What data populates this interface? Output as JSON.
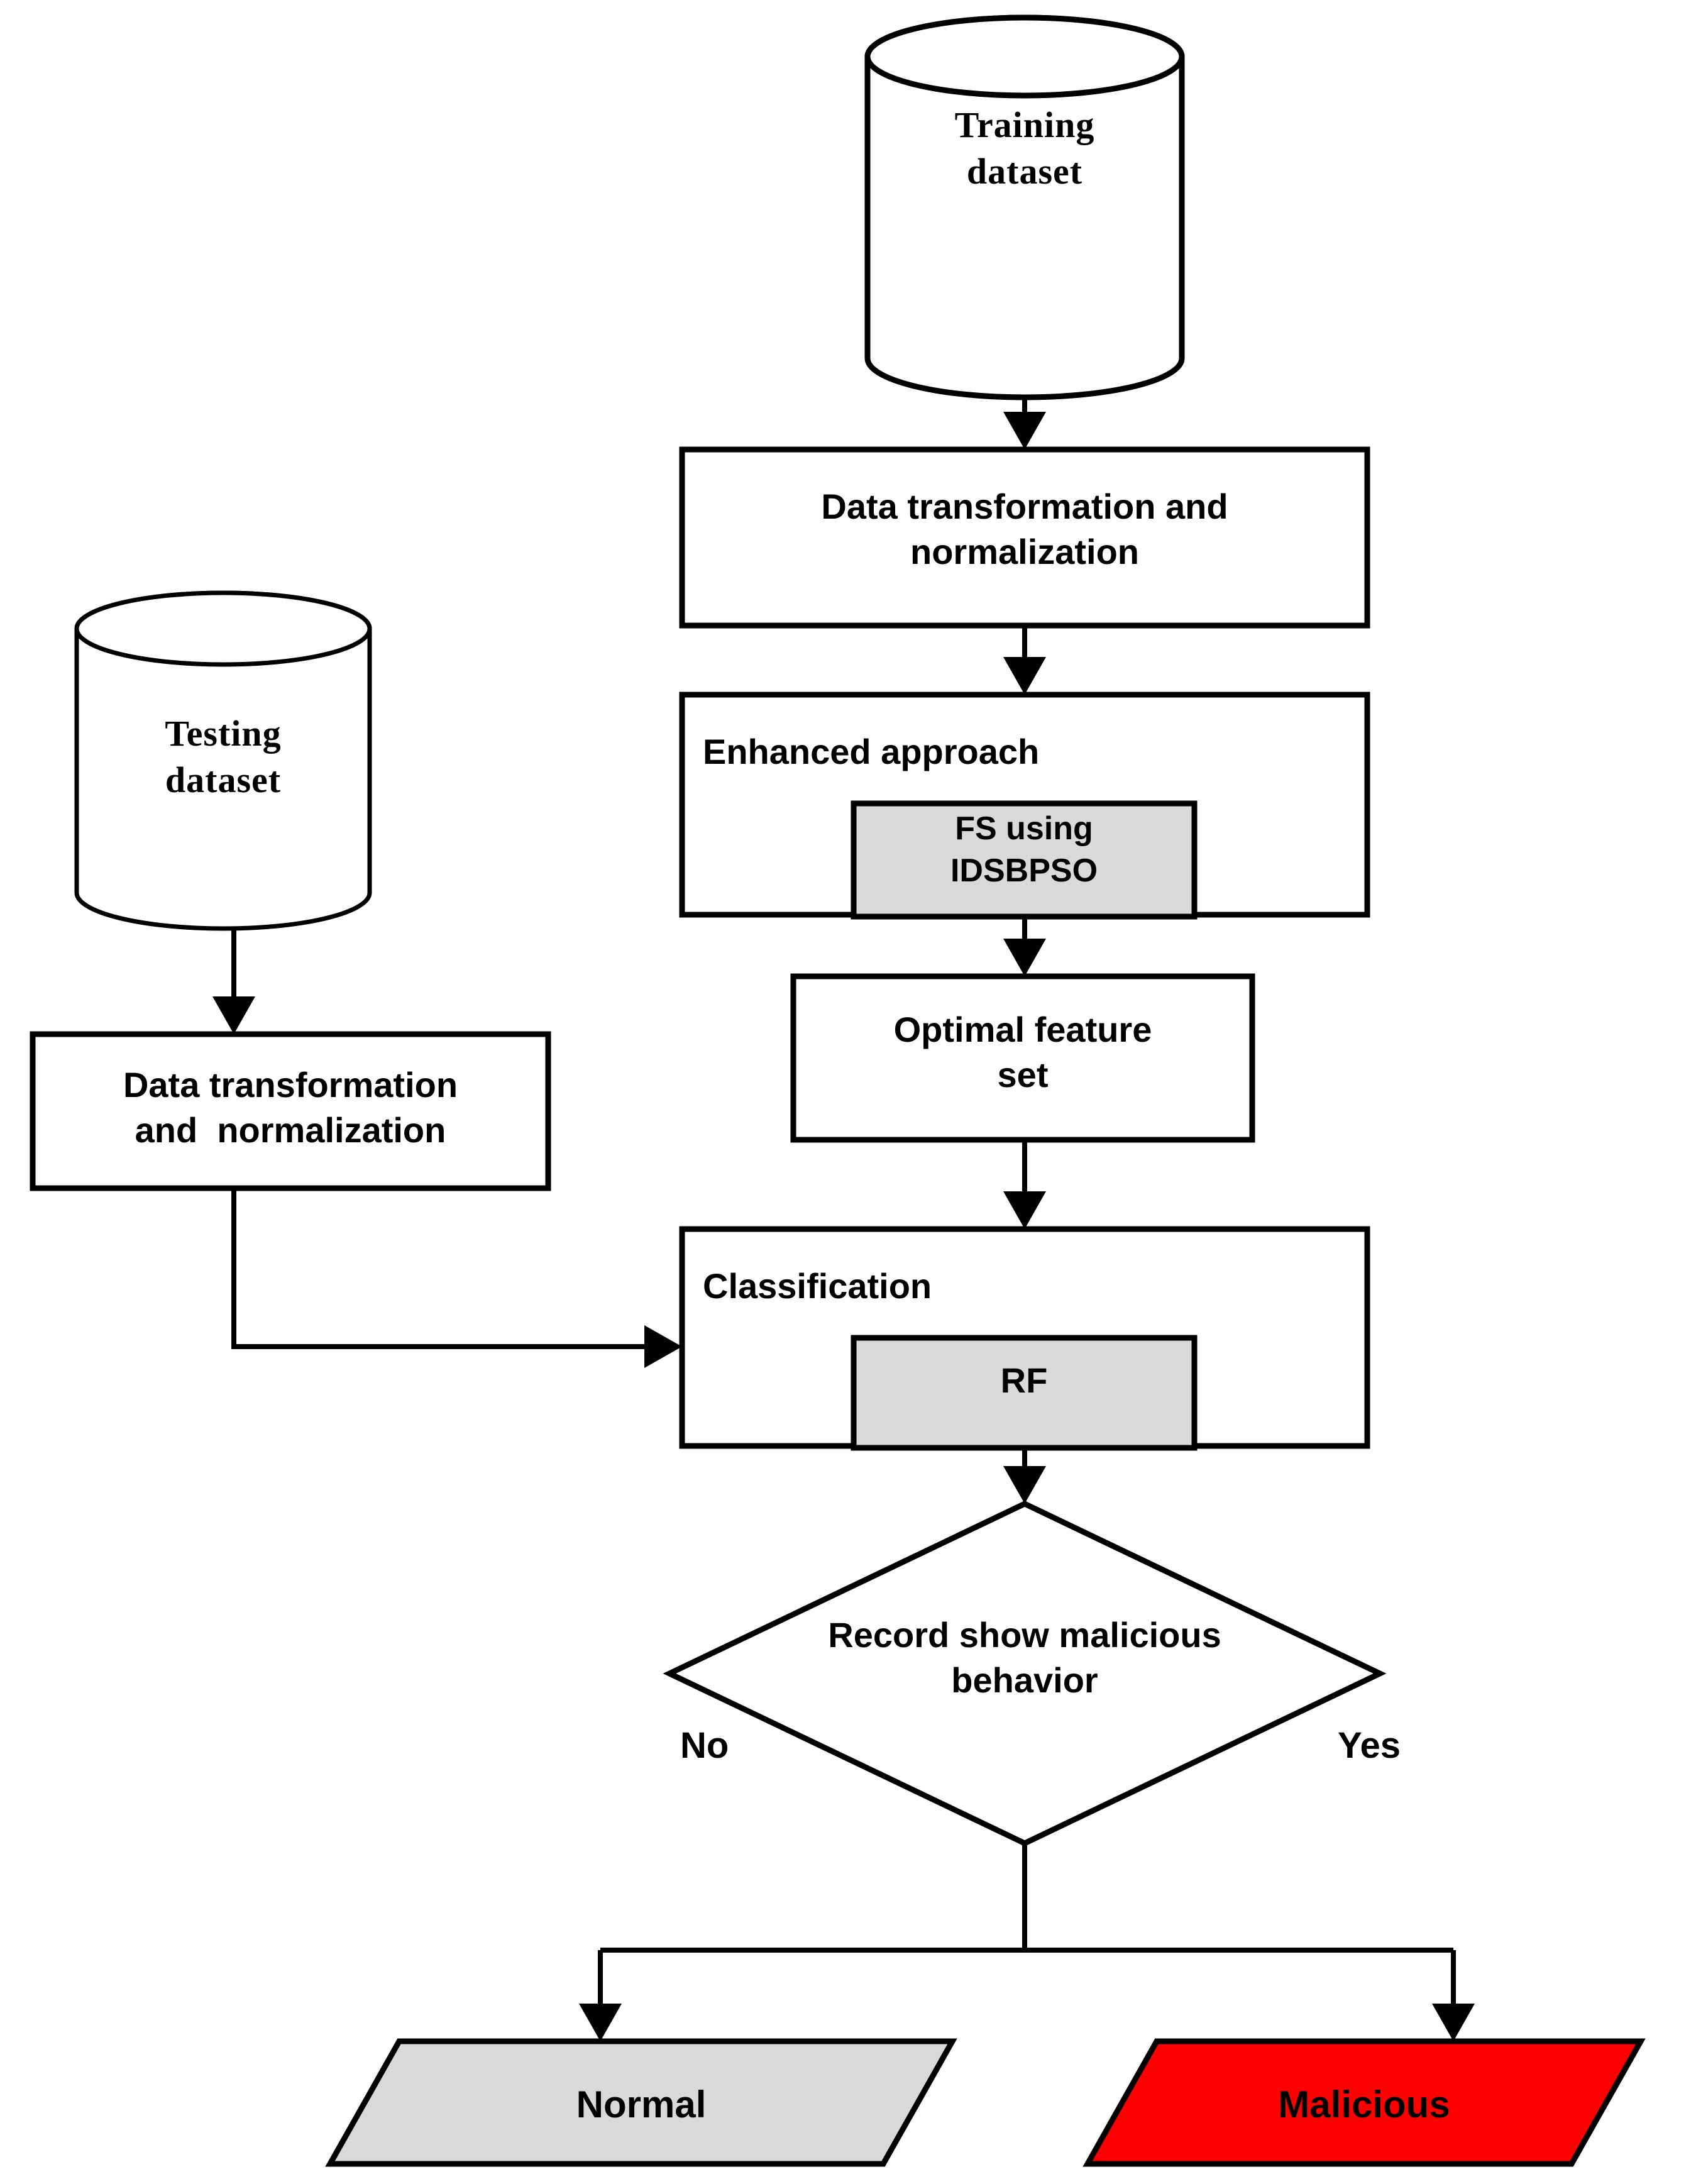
{
  "diagram": {
    "title": "Intrusion detection workflow flowchart",
    "colors": {
      "gray_fill": "#D9D9D9",
      "red_fill": "#FF0000",
      "stroke": "#000000",
      "white_fill": "#FFFFFF"
    },
    "nodes": {
      "training_dataset": {
        "label_line1": "Training",
        "label_line2": "dataset",
        "shape": "cylinder"
      },
      "testing_dataset": {
        "label_line1": "Testing",
        "label_line2": "dataset",
        "shape": "cylinder"
      },
      "train_transform": {
        "label_line1": "Data transformation and",
        "label_line2": "normalization",
        "shape": "process"
      },
      "test_transform": {
        "label_line1": "Data transformation",
        "label_line2": "and  normalization",
        "shape": "process"
      },
      "enhanced_approach": {
        "label": "Enhanced approach",
        "shape": "process"
      },
      "fs_idsbpso": {
        "label_line1": "FS using",
        "label_line2": "IDSBPSO",
        "shape": "process-gray"
      },
      "optimal_feature_set": {
        "label_line1": "Optimal feature",
        "label_line2": "set",
        "shape": "process"
      },
      "classification": {
        "label": "Classification",
        "shape": "process"
      },
      "rf": {
        "label": "RF",
        "shape": "process-gray"
      },
      "decision": {
        "label_line1": "Record show malicious",
        "label_line2": "behavior",
        "shape": "diamond"
      },
      "normal_output": {
        "label": "Normal",
        "shape": "parallelogram-gray"
      },
      "malicious_output": {
        "label": "Malicious",
        "shape": "parallelogram-red"
      }
    },
    "branch_labels": {
      "no": "No",
      "yes": "Yes"
    }
  }
}
